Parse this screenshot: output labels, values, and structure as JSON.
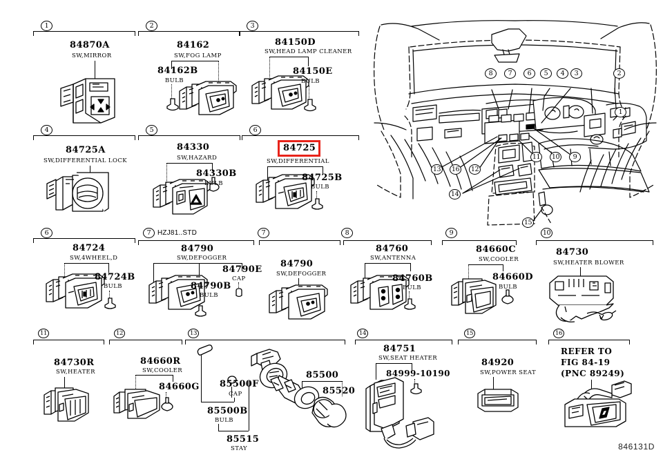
{
  "sheet": {
    "footer_code": "846131D",
    "highlight_color": "#e8231a",
    "highlighted_part": "84725"
  },
  "groups": [
    {
      "index": "1",
      "variant": "",
      "part_number": "84870A",
      "description": "SW,MIRROR",
      "sub_parts": []
    },
    {
      "index": "2",
      "variant": "",
      "part_number": "84162",
      "description": "SW,FOG LAMP",
      "sub_parts": [
        {
          "part_number": "84162B",
          "description": "BULB"
        }
      ]
    },
    {
      "index": "3",
      "variant": "",
      "part_number": "84150D",
      "description": "SW,HEAD LAMP CLEANER",
      "sub_parts": [
        {
          "part_number": "84150E",
          "description": "BULB"
        }
      ]
    },
    {
      "index": "4",
      "variant": "",
      "part_number": "84725A",
      "description": "SW,DIFFERENTIAL LOCK",
      "sub_parts": []
    },
    {
      "index": "5",
      "variant": "",
      "part_number": "84330",
      "description": "SW,HAZARD",
      "sub_parts": [
        {
          "part_number": "84330B",
          "description": "BULB"
        }
      ]
    },
    {
      "index": "6",
      "variant": "",
      "part_number": "84725",
      "description": "SW,DIFFERENTIAL",
      "highlighted": true,
      "sub_parts": [
        {
          "part_number": "84725B",
          "description": "BULB"
        }
      ]
    },
    {
      "index": "6",
      "variant": "",
      "part_number": "84724",
      "description": "SW,4WHEEL,D",
      "sub_parts": [
        {
          "part_number": "84724B",
          "description": "BULB"
        }
      ]
    },
    {
      "index": "7",
      "variant": "HZJ81..STD",
      "part_number": "84790",
      "description": "SW,DEFOGGER",
      "sub_parts": [
        {
          "part_number": "84790B",
          "description": "BULB"
        },
        {
          "part_number": "84790E",
          "description": "CAP"
        }
      ]
    },
    {
      "index": "7",
      "variant": "",
      "part_number": "84790",
      "description": "SW,DEFOGGER",
      "sub_parts": []
    },
    {
      "index": "8",
      "variant": "",
      "part_number": "84760",
      "description": "SW,ANTENNA",
      "sub_parts": [
        {
          "part_number": "84760B",
          "description": "BULB"
        }
      ]
    },
    {
      "index": "9",
      "variant": "",
      "part_number": "84660C",
      "description": "SW,COOLER",
      "sub_parts": [
        {
          "part_number": "84660D",
          "description": "BULB"
        }
      ]
    },
    {
      "index": "10",
      "variant": "",
      "part_number": "84730",
      "description": "SW,HEATER BLOWER",
      "sub_parts": []
    },
    {
      "index": "11",
      "variant": "",
      "part_number": "84730R",
      "description": "SW,HEATER",
      "sub_parts": []
    },
    {
      "index": "12",
      "variant": "",
      "part_number": "84660R",
      "description": "SW,COOLER",
      "sub_parts": [
        {
          "part_number": "84660G",
          "description": ""
        }
      ]
    },
    {
      "index": "13",
      "variant": "",
      "part_number": "85500",
      "description": "",
      "sub_parts": [
        {
          "part_number": "85500F",
          "description": "CAP"
        },
        {
          "part_number": "85500B",
          "description": "BULB"
        },
        {
          "part_number": "85515",
          "description": "STAY"
        },
        {
          "part_number": "85520",
          "description": ""
        }
      ]
    },
    {
      "index": "14",
      "variant": "",
      "part_number": "84751",
      "description": "SW,SEAT HEATER",
      "sub_parts": [
        {
          "part_number": "84999-10190",
          "description": ""
        }
      ]
    },
    {
      "index": "15",
      "variant": "",
      "part_number": "84920",
      "description": "SW,POWER SEAT",
      "sub_parts": []
    },
    {
      "index": "16",
      "variant": "",
      "part_number": "",
      "description": "",
      "refer_lines": "REFER TO\nFIG 84-19\n(PNC 89249)",
      "sub_parts": []
    }
  ],
  "labels": {
    "g1_pn": "84870A",
    "g1_desc": "SW,MIRROR",
    "g2_pn": "84162",
    "g2_desc": "SW,FOG LAMP",
    "g2_sub_pn": "84162B",
    "g2_sub_desc": "BULB",
    "g3_pn": "84150D",
    "g3_desc": "SW,HEAD LAMP CLEANER",
    "g3_sub_pn": "84150E",
    "g3_sub_desc": "BULB",
    "g4_pn": "84725A",
    "g4_desc": "SW,DIFFERENTIAL LOCK",
    "g5_pn": "84330",
    "g5_desc": "SW,HAZARD",
    "g5_sub_pn": "84330B",
    "g5_sub_desc": "BULB",
    "g6_pn": "84725",
    "g6_desc": "SW,DIFFERENTIAL",
    "g6_sub_pn": "84725B",
    "g6_sub_desc": "BULB",
    "g7_pn": "84724",
    "g7_desc": "SW,4WHEEL,D",
    "g7_sub_pn": "84724B",
    "g7_sub_desc": "BULB",
    "g8_variant": "HZJ81..STD",
    "g8_pn": "84790",
    "g8_desc": "SW,DEFOGGER",
    "g8_sub1_pn": "84790B",
    "g8_sub1_desc": "BULB",
    "g8_sub2_pn": "84790E",
    "g8_sub2_desc": "CAP",
    "g9_pn": "84790",
    "g9_desc": "SW,DEFOGGER",
    "g10_pn": "84760",
    "g10_desc": "SW,ANTENNA",
    "g10_sub_pn": "84760B",
    "g10_sub_desc": "BULB",
    "g11_pn": "84660C",
    "g11_desc": "SW,COOLER",
    "g11_sub_pn": "84660D",
    "g11_sub_desc": "BULB",
    "g12_pn": "84730",
    "g12_desc": "SW,HEATER BLOWER",
    "g13_pn": "84730R",
    "g13_desc": "SW,HEATER",
    "g14_pn": "84660R",
    "g14_desc": "SW,COOLER",
    "g14_sub_pn": "84660G",
    "g15_sub1_pn": "85500F",
    "g15_sub1_desc": "CAP",
    "g15_sub2_pn": "85500B",
    "g15_sub2_desc": "BULB",
    "g15_sub3_pn": "85515",
    "g15_sub3_desc": "STAY",
    "g15_pn": "85500",
    "g15_sub4_pn": "85520",
    "g16_pn": "84751",
    "g16_desc": "SW,SEAT HEATER",
    "g16_sub_pn": "84999-10190",
    "g17_pn": "84920",
    "g17_desc": "SW,POWER SEAT",
    "g18_l1": "REFER TO",
    "g18_l2": "FIG 84-19",
    "g18_l3": "(PNC 89249)"
  },
  "bubbles": {
    "b1": "1",
    "b2": "2",
    "b3": "3",
    "b4": "4",
    "b5": "5",
    "b6": "6",
    "b7": "6",
    "b8": "7",
    "b9": "7",
    "b10": "8",
    "b11": "9",
    "b12": "10",
    "b13": "11",
    "b14": "12",
    "b15": "13",
    "b16": "14",
    "b17": "15",
    "b18": "16"
  },
  "dashboard_callouts": {
    "d1": "1",
    "d2": "2",
    "d3": "3",
    "d4": "4",
    "d5": "5",
    "d6": "6",
    "d7": "7",
    "d8": "8",
    "d9": "9",
    "d10": "10",
    "d11": "11",
    "d12": "12",
    "d13": "13",
    "d14": "14",
    "d15": "15",
    "d16": "16"
  }
}
